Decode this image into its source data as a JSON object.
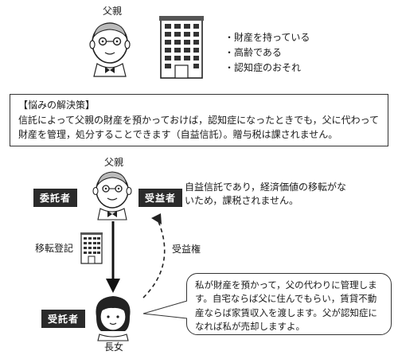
{
  "top": {
    "father_label": "父親",
    "bullets": [
      "・財産を持っている",
      "・高齢である",
      "・認知症のおそれ"
    ]
  },
  "solution": {
    "title": "【悩みの解決策】",
    "body": "信託によって父親の財産を預かっておけば，認知症になったときでも，父に代わって財産を管理，処分することできます（自益信託）。贈与税は課されません。"
  },
  "diagram": {
    "father_label": "父親",
    "settlor_label": "委託者",
    "beneficiary_label": "受益者",
    "tax_note": "自益信託であり，経済価値の移転がないため，課税されません。",
    "transfer_label": "移転登記",
    "beneficial_right_label": "受益権",
    "trustee_label": "受託者",
    "daughter_label": "長女",
    "speech": "私が財産を預かって，父の代わりに管理します。自宅ならば父に住んでもらい，賃貸不動産ならば家賃収入を渡します。父が認知症になれば私が売却しますよ。"
  }
}
